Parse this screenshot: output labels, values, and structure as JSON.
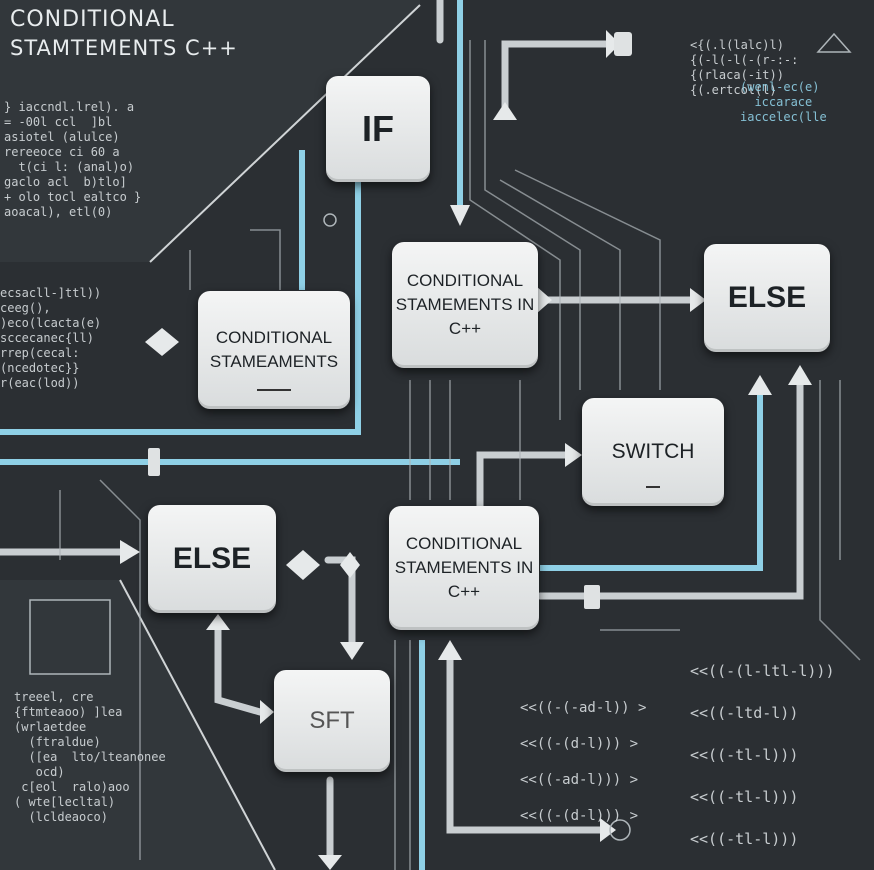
{
  "title": {
    "line1": "CONDITIONAL",
    "line2": "STAMTEMENTS C++"
  },
  "nodes": {
    "if": "IF",
    "conditional_left": "CONDITIONAL STAMEAMENTS",
    "conditional_center": "CONDITIONAL STAMEMENTS IN C++",
    "else_right": "ELSE",
    "switch": "SWITCH",
    "else_left": "ELSE",
    "conditional_bottom": "CONDITIONAL STAMEMENTS IN C++",
    "sft": "SFT"
  },
  "code_snippets": {
    "top_left": "} iaccndl.lrel). a\n= -00l ccl  ]bl\nasiotel (alulce)\nrereeoce ci 60 a\n  t(ci l: (anal)o)\ngaclo acl  b)tlo]\n+ olo tocl ealtco }\naoacal), etl(0)",
    "mid_left": "ecsacll-]ttl))\nceeg(),\n)eco(lcacta(e)\nsccecanec{ll)\nrrep(cecal:\n(ncedotec}}\nr(eac(lod))",
    "bottom_left": "treeel, cre\n{ftmteaoo) ]lea\n(wrlaetdee\n  (ftraldue)\n  ([ea  lto/lteanonee\n   ocd)\n c[eol  ralo)aoo\n( wte[lecltal)\n  (lcldeaoco)",
    "top_right": "<{(.l(lalc)l)\n{(-l(-l(-(r-:-:\n{(rlaca(-it))\n{(.ertcol(l)",
    "top_right_2": "(wenl-ec(e)\n  iccarace\niaccelec(lle",
    "bottom_right": "<<((-(l-ltl-l)))\n<<((-ltd-l))\n<<((-tl-l)))\n<<((-tl-l)))\n<<((-tl-l)))",
    "bottom_mid": "<<((-(-ad-l)) >\n<<((-(d-l))) >\n<<((-ad-l))) >\n<<((-(d-l))) >"
  },
  "colors": {
    "background": "#2b2f33",
    "wire_cyan": "#8fd0e6",
    "wire_light": "#c9ced1",
    "node_fill": "#eef0f0"
  }
}
